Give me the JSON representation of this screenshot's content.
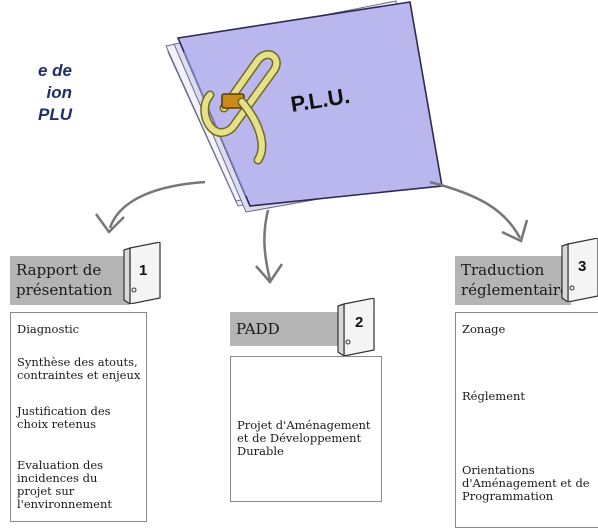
{
  "side_title": [
    "e de",
    "ion",
    "PLU"
  ],
  "folder_label": "P.L.U.",
  "columns": [
    {
      "number": "1",
      "header_lines": [
        "Rapport de",
        "présentation"
      ],
      "items": [
        [
          "Diagnostic"
        ],
        [
          "Synthèse des atouts,",
          "contraintes et enjeux"
        ],
        [
          "Justification des",
          "choix retenus"
        ],
        [
          "Evaluation des",
          "incidences du",
          "projet sur",
          "l'environnement"
        ]
      ]
    },
    {
      "number": "2",
      "header_lines": [
        "PADD"
      ],
      "items": [
        [
          "Projet d'Aménagement",
          "et de Développement",
          "Durable"
        ]
      ]
    },
    {
      "number": "3",
      "header_lines": [
        "Traduction",
        "réglementaire"
      ],
      "items": [
        [
          "Zonage"
        ],
        [
          "Réglement"
        ],
        [
          "Orientations",
          "d'Aménagement et de",
          "Programmation"
        ]
      ]
    }
  ],
  "colors": {
    "folder": "#b9b7ee",
    "folder_edge": "#2b2a55",
    "header_bg": "#b4b4b4",
    "side_title": "#1f2f6a"
  },
  "icons": [
    "paperclip-icon",
    "binder-icon"
  ]
}
